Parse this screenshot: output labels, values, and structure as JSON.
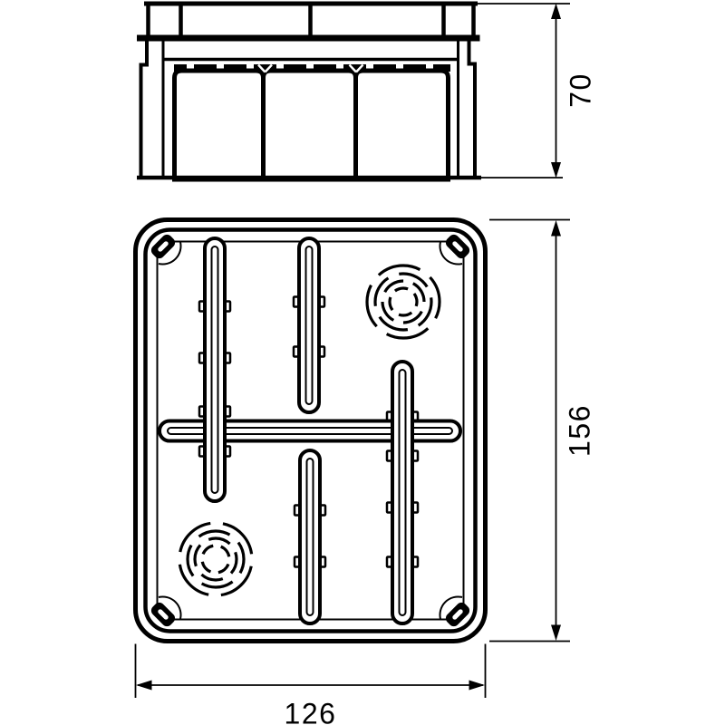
{
  "dimensions": {
    "side_height": "70",
    "front_length": "156",
    "front_width": "126"
  },
  "colors": {
    "line": "#000000",
    "background": "#ffffff"
  }
}
